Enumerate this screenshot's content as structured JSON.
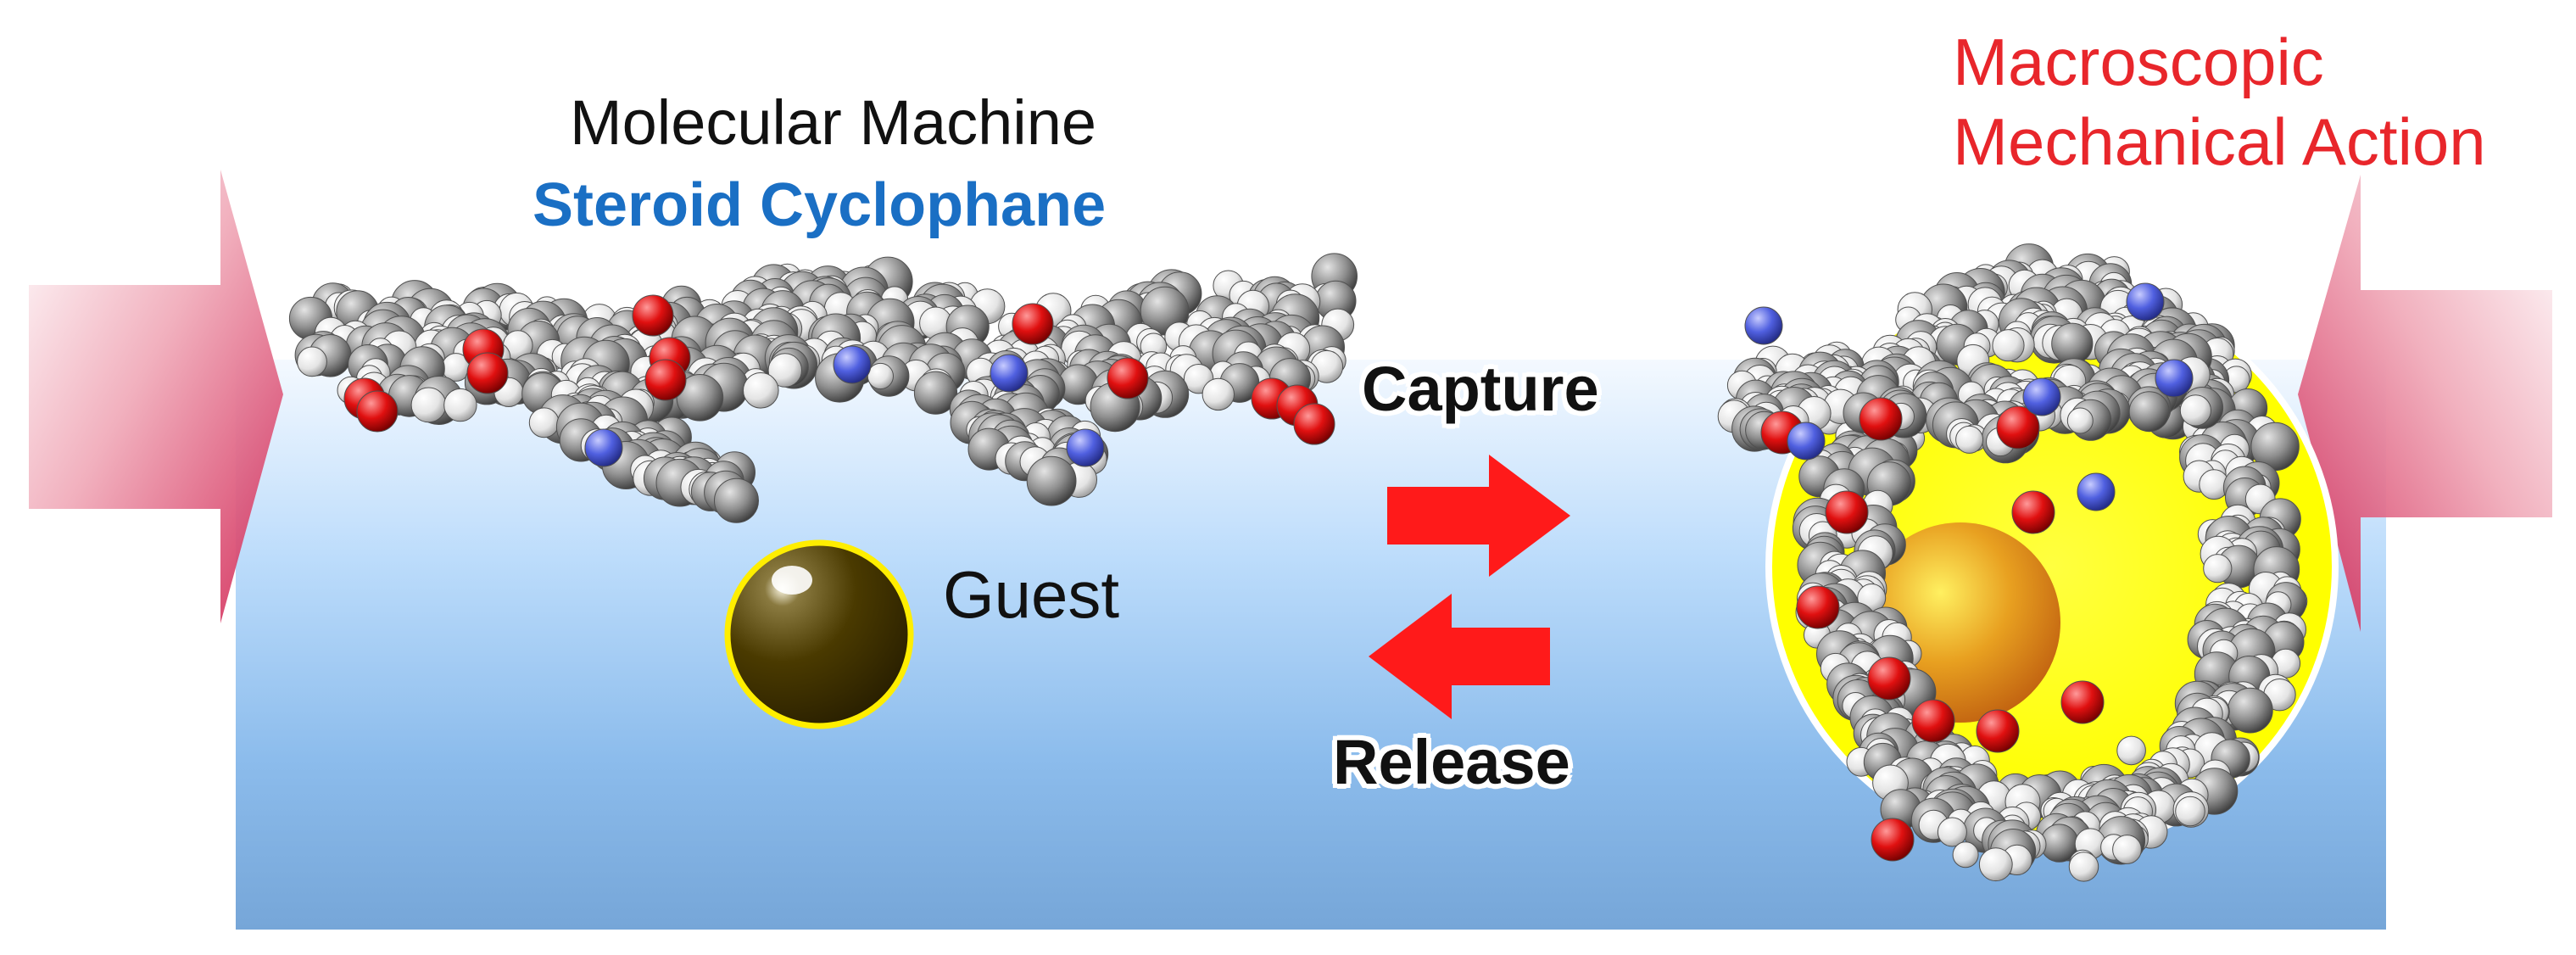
{
  "title": {
    "line1": "Molecular Machine",
    "line2": "Steroid Cyclophane"
  },
  "macroscopic": {
    "line1": "Macroscopic",
    "line2": "Mechanical Action"
  },
  "guest_label": "Guest",
  "capture_label": "Capture",
  "release_label": "Release",
  "colors": {
    "title_text": "#111111",
    "subtitle_blue": "#1a6fc4",
    "macro_red": "#e8262b",
    "arrow_red": "#ff1a1a",
    "water_top": "#f2f8ff",
    "water_bottom": "#7aa9dc",
    "oxygen": "#e01010",
    "nitrogen": "#5060e0",
    "carbon": "#8a8a8a",
    "hydrogen": "#f2f2f2",
    "guest": "#4a3a00",
    "halo_yellow": "#ffff00"
  }
}
